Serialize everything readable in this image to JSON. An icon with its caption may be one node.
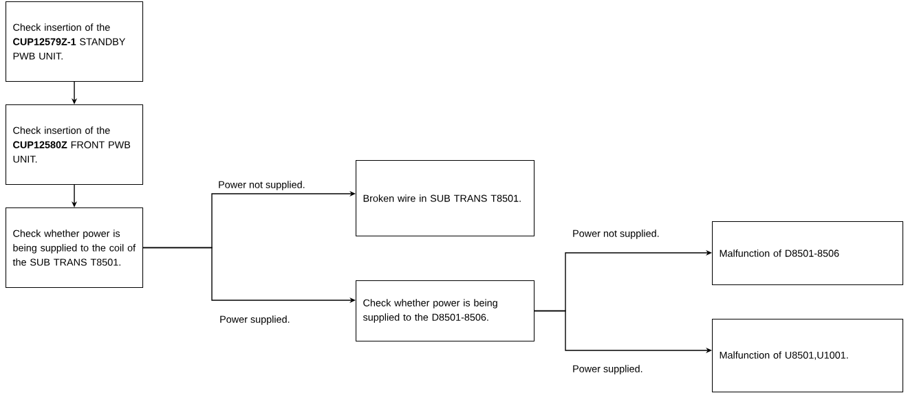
{
  "diagram": {
    "nodes": [
      {
        "text": [
          "Check insertion of the **CUP12579Z-1** STANDBY PWB UNIT."
        ]
      },
      {
        "text": [
          "Check insertion of the **CUP12580Z** FRONT PWB UNIT."
        ]
      },
      {
        "text": [
          "Check whether power is being supplied to the coil of the SUB TRANS T8501."
        ]
      },
      {
        "text": [
          "Broken wire in SUB TRANS T8501."
        ]
      },
      {
        "text": [
          "Check whether power is being supplied to the D8501-8506."
        ]
      },
      {
        "text": [
          "Malfunction of D8501-8506"
        ]
      },
      {
        "text": [
          "Malfunction of U8501,U1001."
        ]
      }
    ],
    "edges": [
      {
        "from": 0,
        "to": 1,
        "arrow": "to"
      },
      {
        "from": 1,
        "to": 2,
        "arrow": "to"
      },
      {
        "from": 2,
        "to": 3,
        "arrow": "to",
        "label": "Power not supplied."
      },
      {
        "from": 2,
        "to": 4,
        "arrow": "to",
        "label": "Power supplied."
      },
      {
        "from": 4,
        "to": 5,
        "arrow": "to",
        "label": "Power not supplied."
      },
      {
        "from": 4,
        "to": 6,
        "arrow": "to",
        "label": "Power supplied."
      }
    ]
  }
}
